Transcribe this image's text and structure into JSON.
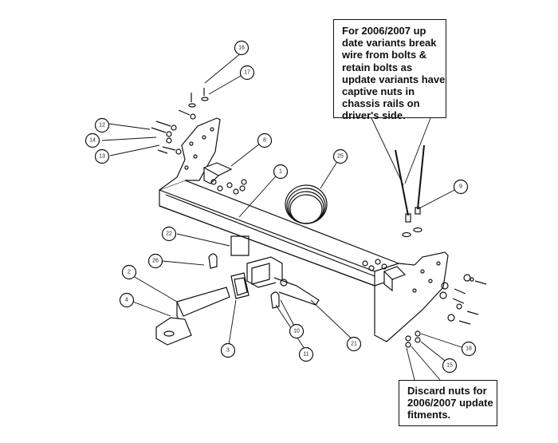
{
  "notes": {
    "top": [
      "For 2006/2007 up",
      "date variants break",
      "wire from bolts &",
      "retain bolts as",
      "update variants have",
      "captive nuts in",
      "chassis rails on",
      "driver's side."
    ],
    "bottom": [
      "Discard nuts for",
      "2006/2007 update",
      "fitments."
    ]
  },
  "part_labels": {
    "p1": "1",
    "p2": "2",
    "p3": "3",
    "p4": "4",
    "p8": "8",
    "p9": "9",
    "p10": "10",
    "p11": "11",
    "p12": "12",
    "p13": "13",
    "p14": "14",
    "p15": "15",
    "p16": "16",
    "p17": "17",
    "p18": "18",
    "p21": "21",
    "p22": "22",
    "p25": "25",
    "p26": "26"
  },
  "colors": {
    "line": "#111111",
    "background": "#ffffff"
  }
}
